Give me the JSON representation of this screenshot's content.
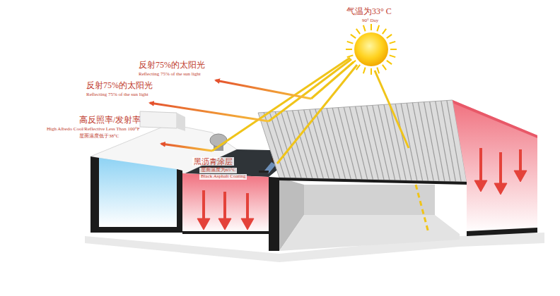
{
  "diagram": {
    "labels": [
      "气温为33° C",
      "90° Day",
      "反射75%的太阳光",
      "Reflecting 75% of the sun light",
      "反射75%的太阳光",
      "Reflecting 75% of the sun light",
      "高反照率/发射率",
      "High Albedo Cool/Reflective Less Than 100°F",
      "屋面温度低于38°C",
      "黑沥青涂层",
      "屋面温度为65°C",
      "Black Asphalt Coating"
    ]
  }
}
